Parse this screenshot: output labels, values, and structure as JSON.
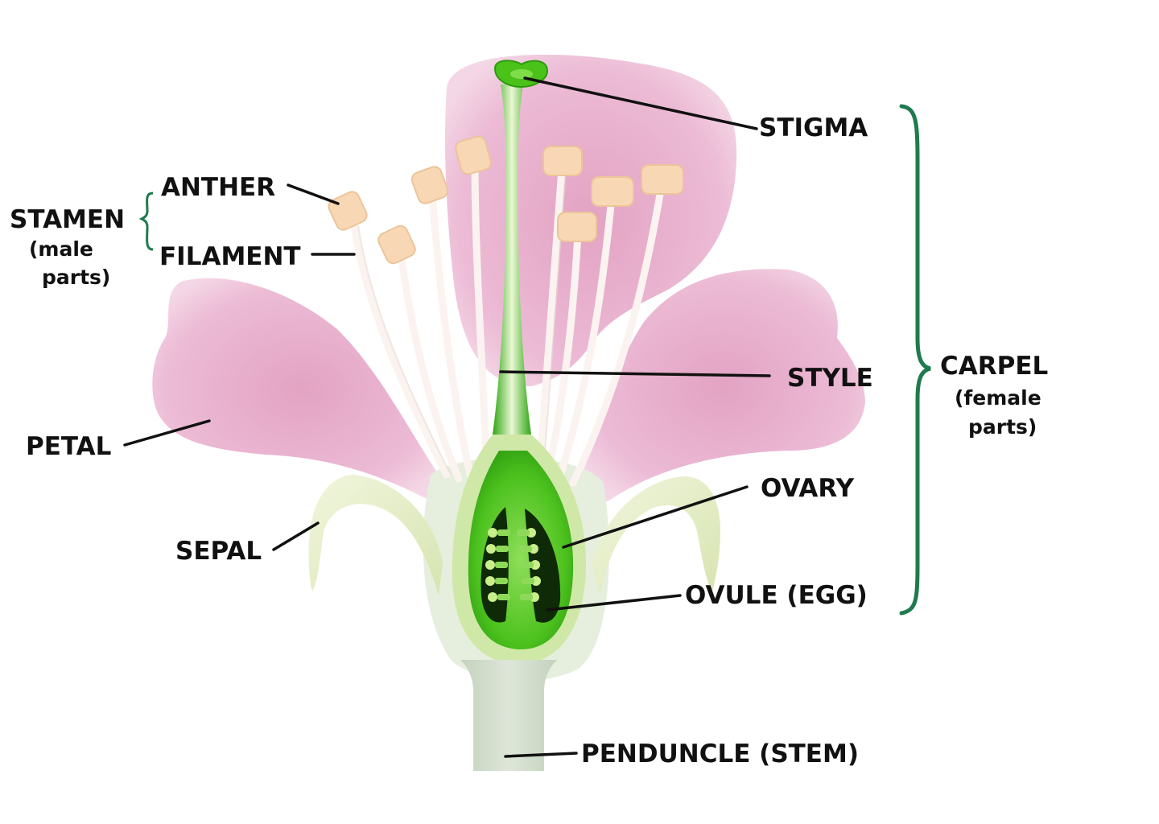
{
  "labels": {
    "stigma": "STIGMA",
    "anther": "ANTHER",
    "filament": "FILAMENT",
    "stamen": "STAMEN",
    "stamen_sub_1": "(male",
    "stamen_sub_2": "parts)",
    "style": "STYLE",
    "carpel": "CARPEL",
    "carpel_sub_1": "(female",
    "carpel_sub_2": "parts)",
    "petal": "PETAL",
    "ovary": "OVARY",
    "sepal": "SEPAL",
    "ovule": "OVULE (EGG)",
    "peduncle": "PENDUNCLE (STEM)"
  },
  "colors": {
    "petal": "#e9b3cf",
    "stamen_filament": "#fbf3ef",
    "anther": "#f8d8b4",
    "pistil": "#4cc31e",
    "bracket": "#1f7a4e",
    "sepal": "#e4ecc6",
    "stem": "#d2dccc"
  }
}
